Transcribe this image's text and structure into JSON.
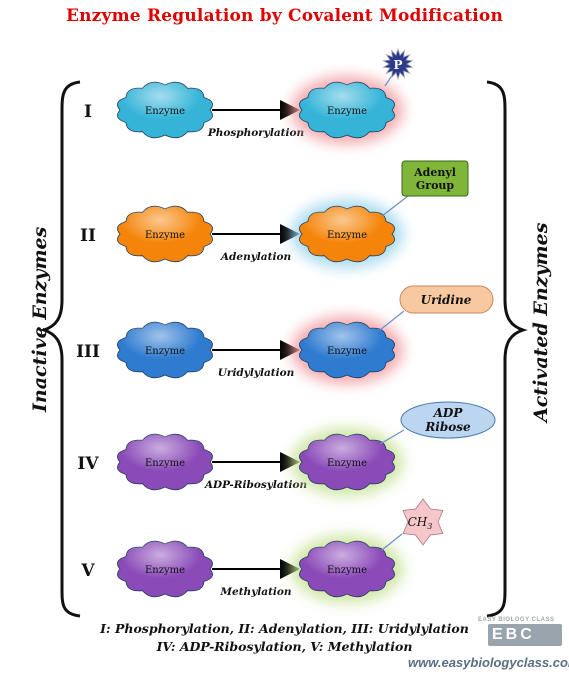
{
  "title": "Enzyme Regulation by Covalent Modification",
  "left_label": "Inactive Enzymes",
  "right_label": "Activated Enzymes",
  "enzyme_label": "Enzyme",
  "colors": {
    "title": "#e00000",
    "row1": "#35b4d8",
    "row2": "#f5850a",
    "row3": "#2f7bd0",
    "row4": "#8a4ab8",
    "row5": "#8a4ab8",
    "phosphate_star": "#2b3a8a",
    "adenyl_box": "#7fb63a",
    "uridine_oval": "#f8c9a0",
    "adp_oval": "#bcd6f2",
    "ch3_star": "#f7c6cb"
  },
  "rows": [
    {
      "numeral": "I",
      "process": "Phosphorylation",
      "tag": "P",
      "glow": "#f2a0a4"
    },
    {
      "numeral": "II",
      "process": "Adenylation",
      "tag": "Adenyl\nGroup",
      "glow": "#9fd7ef"
    },
    {
      "numeral": "III",
      "process": "Uridylylation",
      "tag": "Uridine",
      "glow": "#f2a0a4"
    },
    {
      "numeral": "IV",
      "process": "ADP-Ribosylation",
      "tag": "ADP\nRibose",
      "glow": "#c9e39a"
    },
    {
      "numeral": "V",
      "process": "Methylation",
      "tag": "CH3",
      "glow": "#c9e39a"
    }
  ],
  "caption_line1": "I: Phosphorylation, II: Adenylation, III: Uridylylation",
  "caption_line2": "IV: ADP-Ribosylation, V: Methylation",
  "watermark_url": "www.easybiologyclass.com",
  "watermark_logo": "EBC",
  "watermark_small": "EASY BIOLOGY CLASS"
}
